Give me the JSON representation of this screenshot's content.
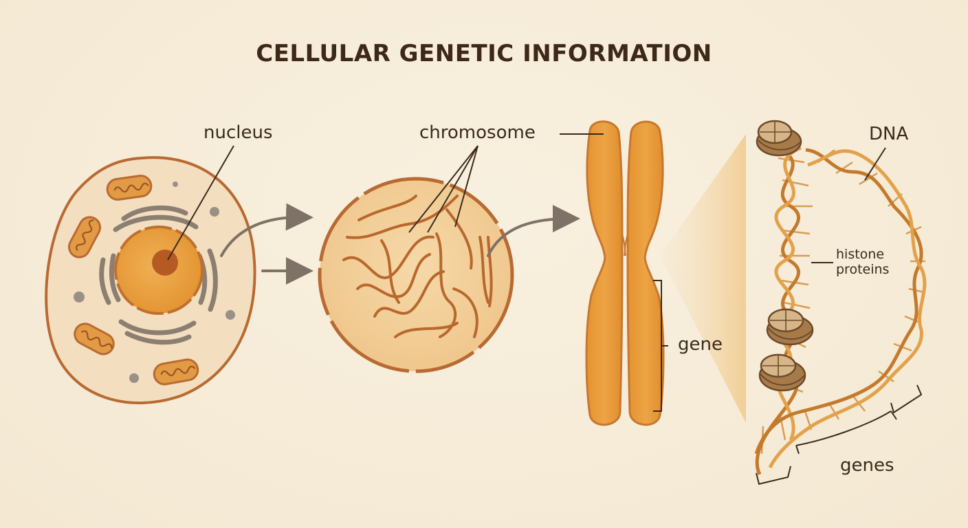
{
  "title": "CELLULAR GENETIC INFORMATION",
  "labels": {
    "nucleus": "nucleus",
    "chromosome": "chromosome",
    "dna": "DNA",
    "histone_line1": "histone",
    "histone_line2": "proteins",
    "gene": "gene",
    "genes": "genes"
  },
  "colors": {
    "background": "#f6ecd9",
    "cell_fill": "#f3dfbf",
    "cell_outline": "#b86a32",
    "nucleus_fill": "#e9a040",
    "chromosome_fill": "#e9a040",
    "organelle_gray": "#8c7f72",
    "dna_orange": "#d98a2e",
    "text": "#3a2a1c"
  }
}
